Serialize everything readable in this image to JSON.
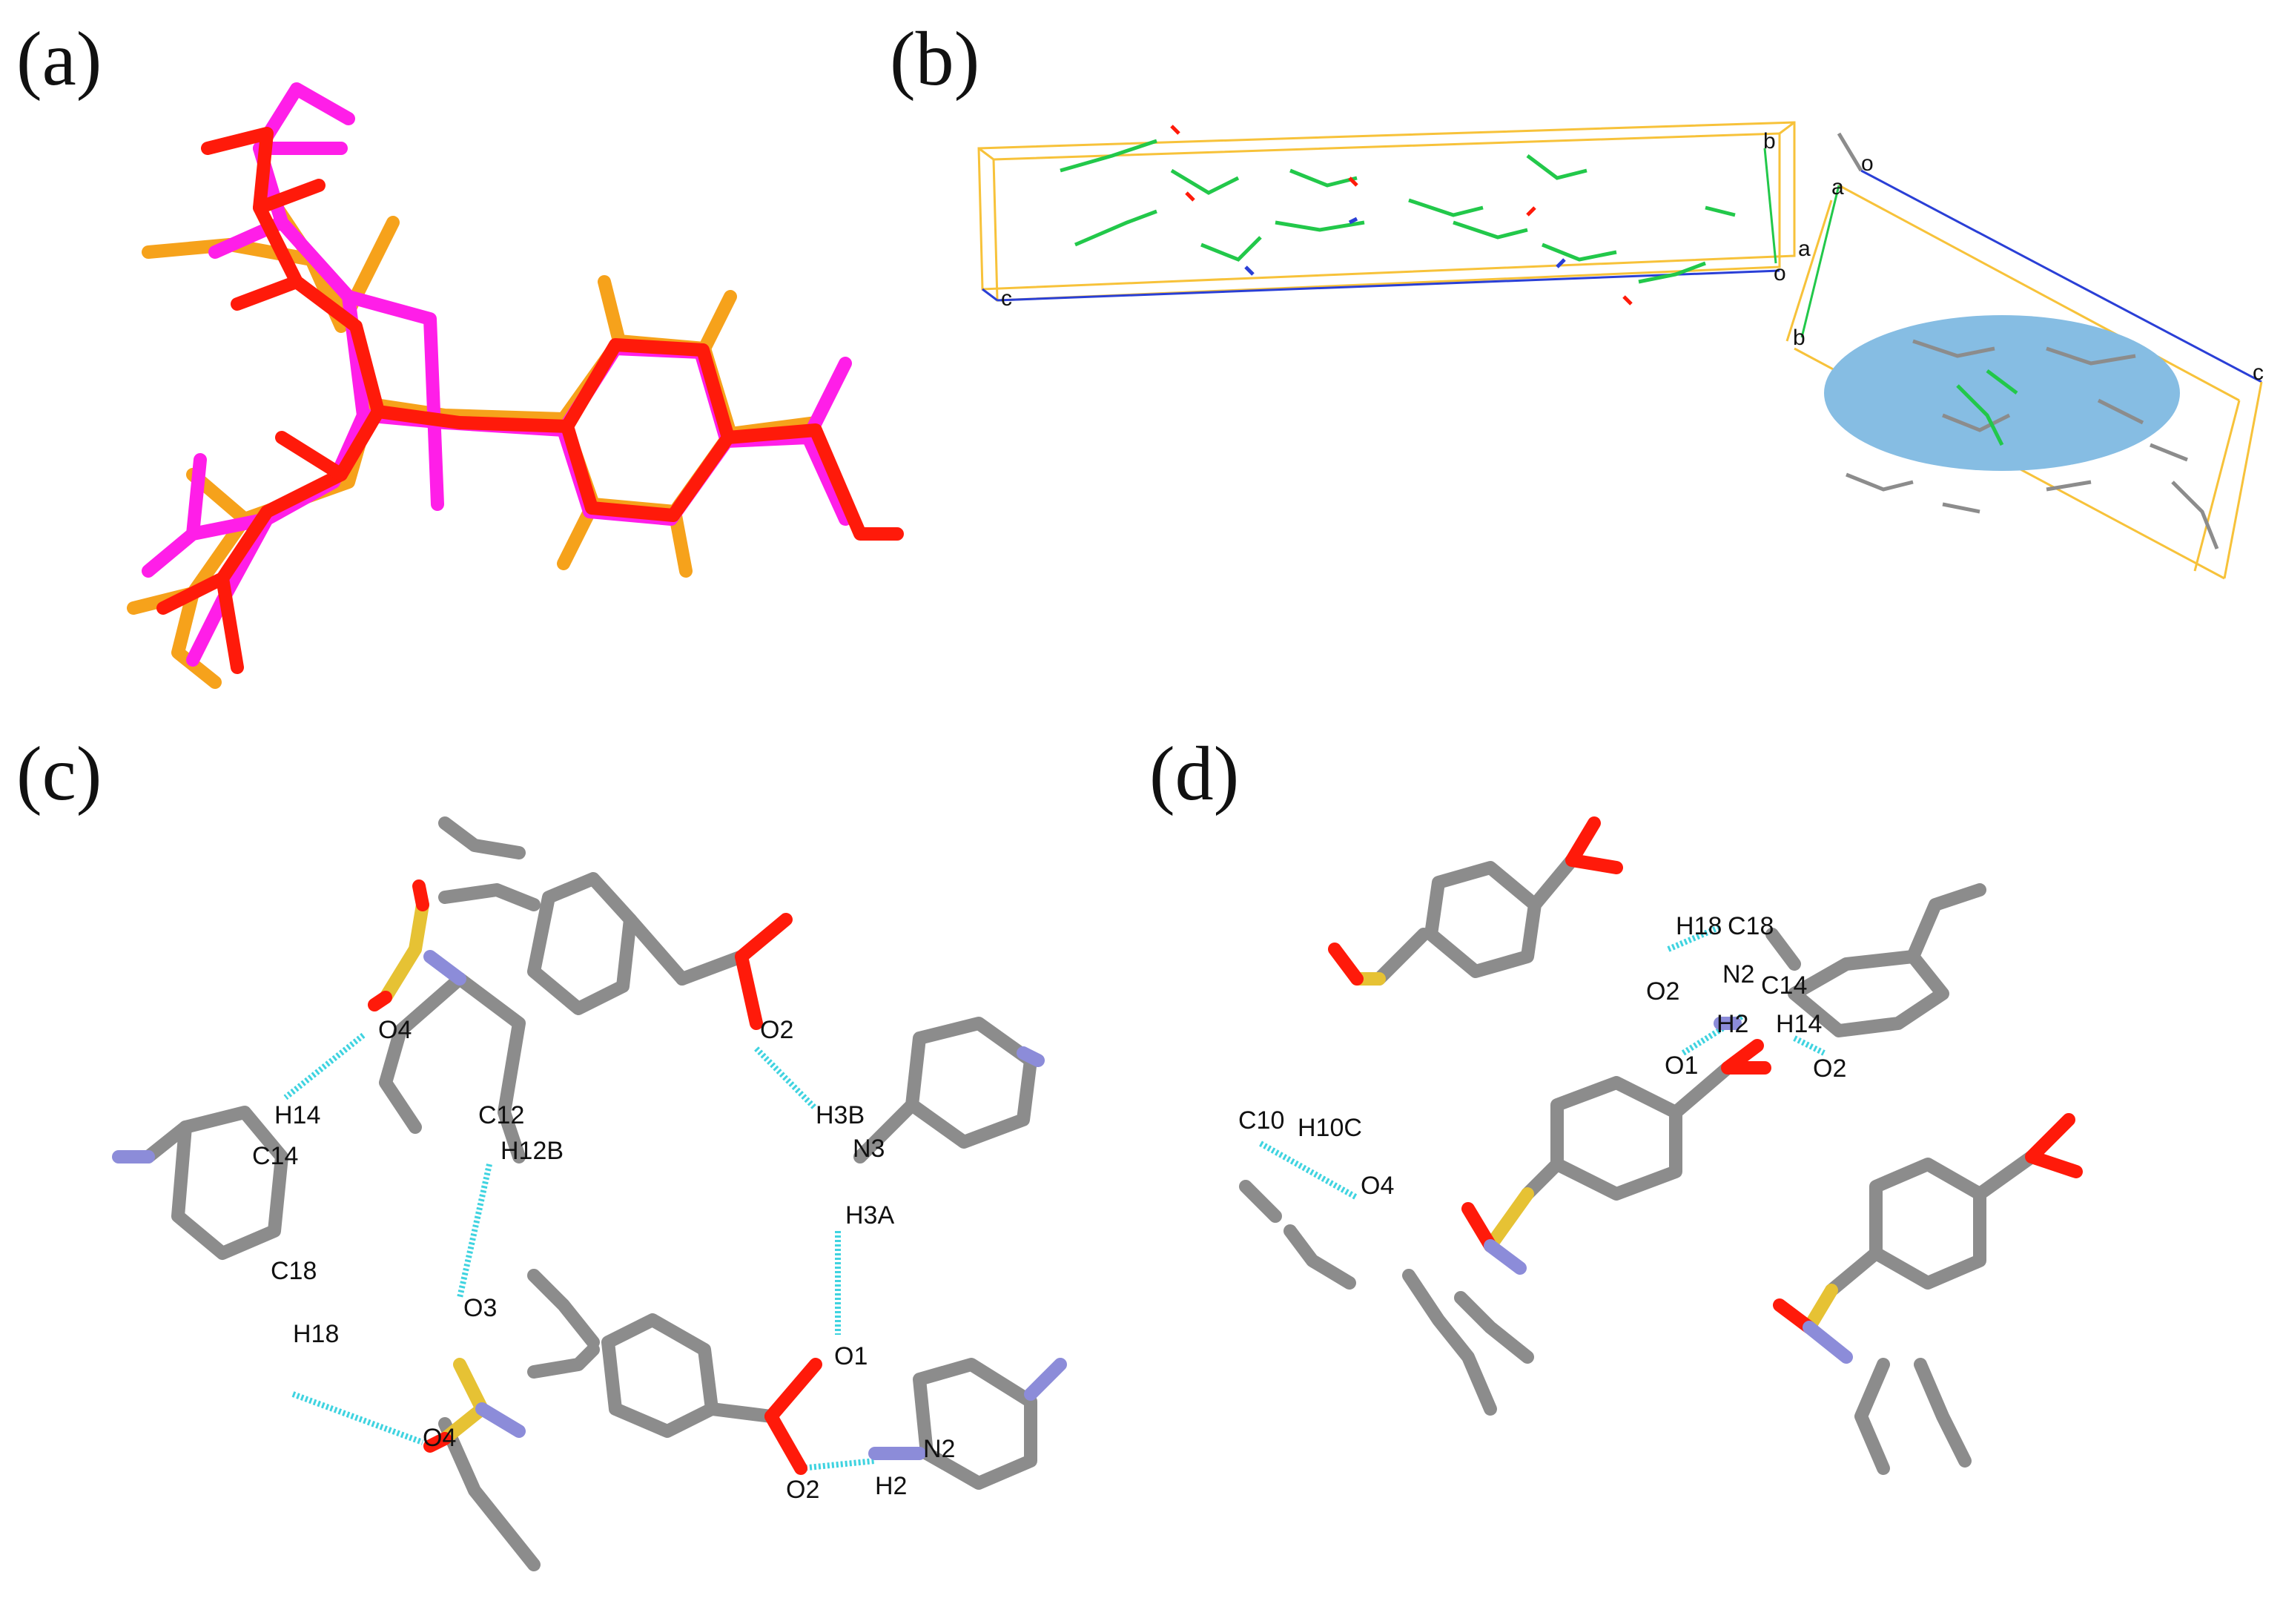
{
  "panels": {
    "a": {
      "label": "(a)"
    },
    "b": {
      "label": "(b)",
      "axes_left": {
        "c": "c",
        "b": "b",
        "o": "o",
        "a": "a"
      },
      "axes_right": {
        "o": "o",
        "a": "a",
        "b": "b",
        "c": "c"
      }
    },
    "c": {
      "label": "(c)",
      "atoms": {
        "o4_top": "O4",
        "h14": "H14",
        "c14": "C14",
        "c12": "C12",
        "h12b": "H12B",
        "c18": "C18",
        "h18": "H18",
        "o3": "O3",
        "o4_bottom": "O4",
        "o2_top": "O2",
        "h3b": "H3B",
        "n3": "N3",
        "h3a": "H3A",
        "o1": "O1",
        "o2_bottom": "O2",
        "h2": "H2",
        "n2": "N2"
      }
    },
    "d": {
      "label": "(d)",
      "atoms": {
        "h18": "H18",
        "c18": "C18",
        "o2_left": "O2",
        "n2": "N2",
        "c14": "C14",
        "h2": "H2",
        "o1": "O1",
        "h14": "H14",
        "o2_right": "O2",
        "c10": "C10",
        "h10c": "H10C",
        "o4": "O4"
      }
    }
  },
  "colors": {
    "carbon": "#8c8c8c",
    "hydrogen": "#e8e8e8",
    "oxygen": "#e8141b",
    "nitrogen": "#8c8cd9",
    "sulfur": "#e6c234",
    "hbond": "#3fd3e0",
    "overlay_red": "#ff1a0a",
    "overlay_magenta": "#ff1ee8",
    "overlay_orange": "#f6a21b",
    "cell_yellow": "#f7c23a",
    "cell_blue": "#2a3fd6",
    "cell_green": "#22c84a",
    "ellipse": "#86bde3"
  }
}
